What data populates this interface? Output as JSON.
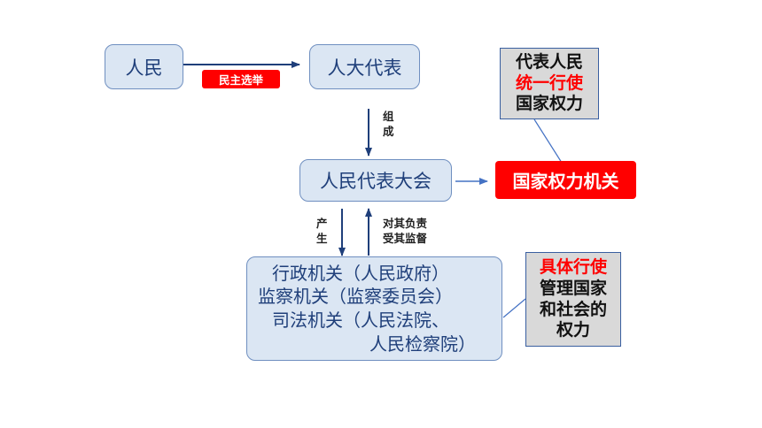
{
  "nodes": {
    "people": "人民",
    "deputies": "人大代表",
    "congress": "人民代表大会",
    "state_power_organ": "国家权力机关",
    "organs": [
      "行政机关（人民政府）",
      "监察机关（监察委员会）",
      "司法机关（人民法院、",
      "人民检察院）"
    ]
  },
  "edge_labels": {
    "democratic_election": "民主选举",
    "compose": [
      "组",
      "成"
    ],
    "produce": [
      "产",
      "生"
    ],
    "accountable": [
      "对其负责",
      "受其监督"
    ]
  },
  "notes": {
    "deputies_role": {
      "line1": "代表人民",
      "line2": "统一行使",
      "line3": "国家权力"
    },
    "organs_role": {
      "line1": "具体行使",
      "line2": "管理国家",
      "line3": "和社会的",
      "line4": "权力"
    }
  },
  "colors": {
    "box_fill": "#dbe6f3",
    "box_border": "#6f8fc0",
    "box_text": "#1f3f7a",
    "arrow": "#1f3f7a",
    "highlight_red": "#ff0000",
    "note_fill": "#d9d9d9"
  }
}
